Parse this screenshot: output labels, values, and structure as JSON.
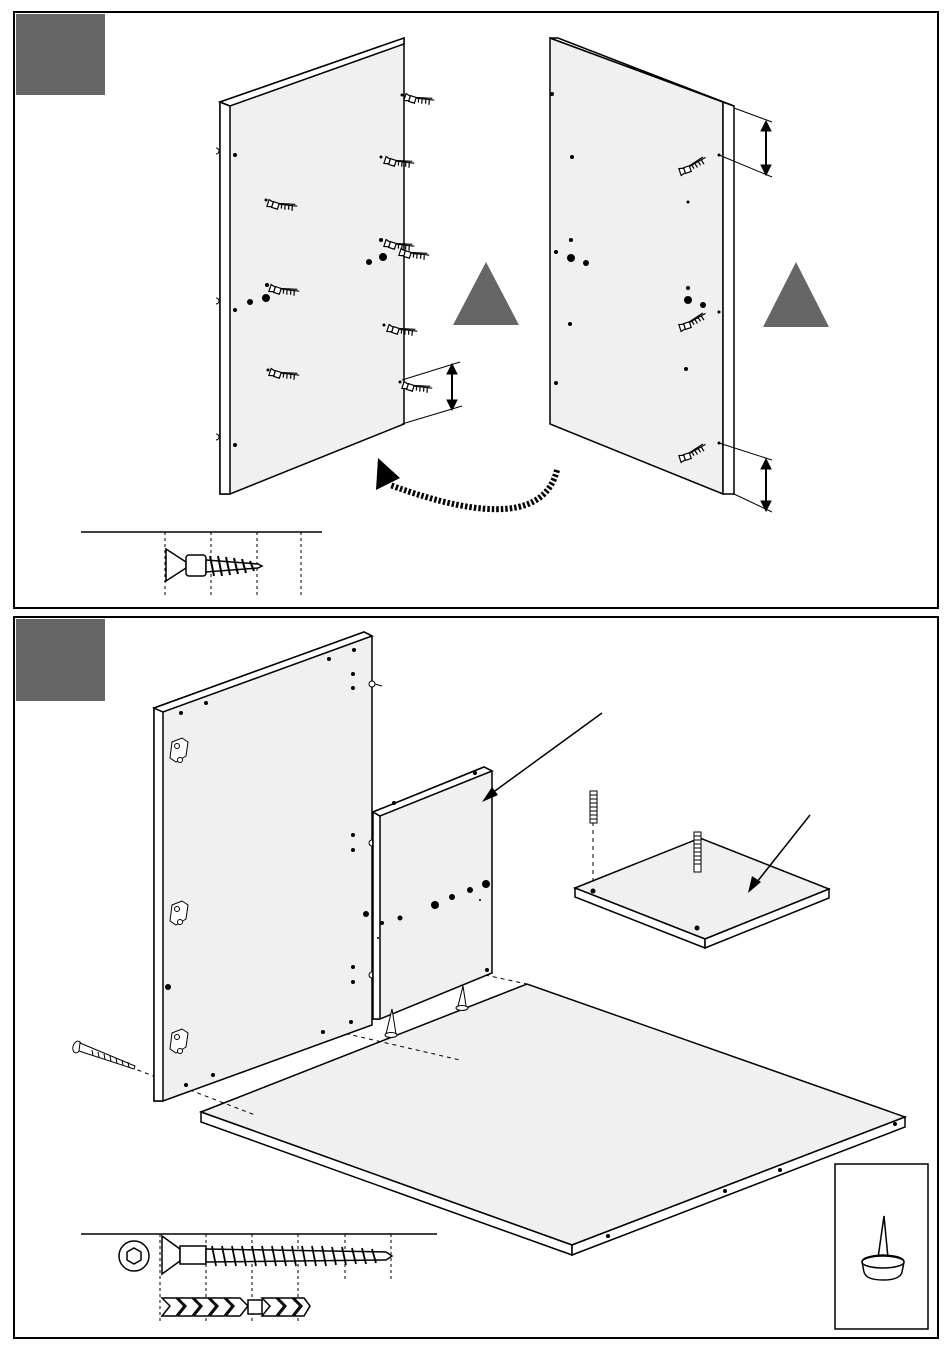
{
  "document": {
    "type": "assembly-instructions",
    "steps": [
      {
        "name": "step-1",
        "label": ""
      },
      {
        "name": "step-2",
        "label": ""
      }
    ],
    "colors": {
      "ink": "#000000",
      "panel": "#efefef",
      "step_box": "#666666",
      "warning": "#666666"
    },
    "icons": [
      "warning-triangle-icon",
      "rotate-arrow-icon",
      "screw-icon",
      "wall-plug-icon",
      "nail-glide-icon",
      "threaded-rod-icon",
      "cam-lock-icon"
    ]
  }
}
